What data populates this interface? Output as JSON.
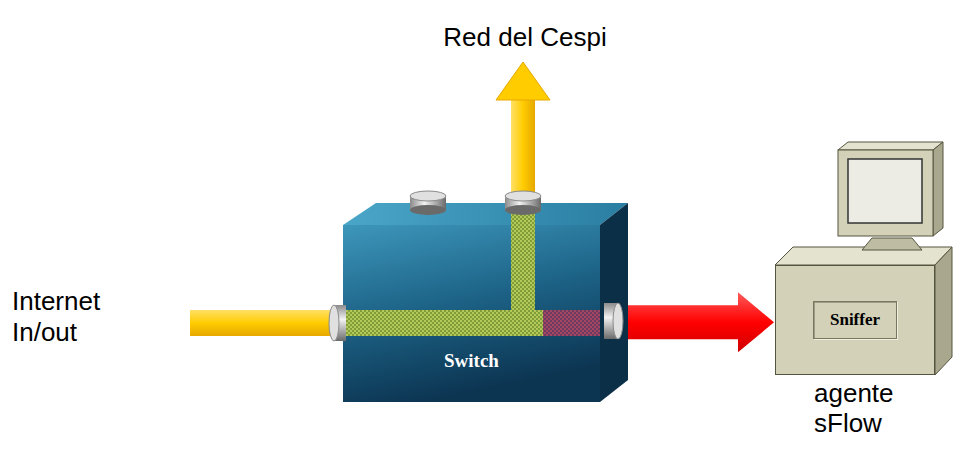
{
  "diagram": {
    "nodes": [
      {
        "text": [
          "Switch"
        ]
      },
      {
        "text": [
          "Sniffer",
          "agente sFlow"
        ]
      }
    ],
    "edges": [
      {
        "from": 0,
        "to": 1,
        "arrow": "to"
      }
    ],
    "labels": [
      "Red del Cespi",
      "Internet In/out"
    ]
  }
}
